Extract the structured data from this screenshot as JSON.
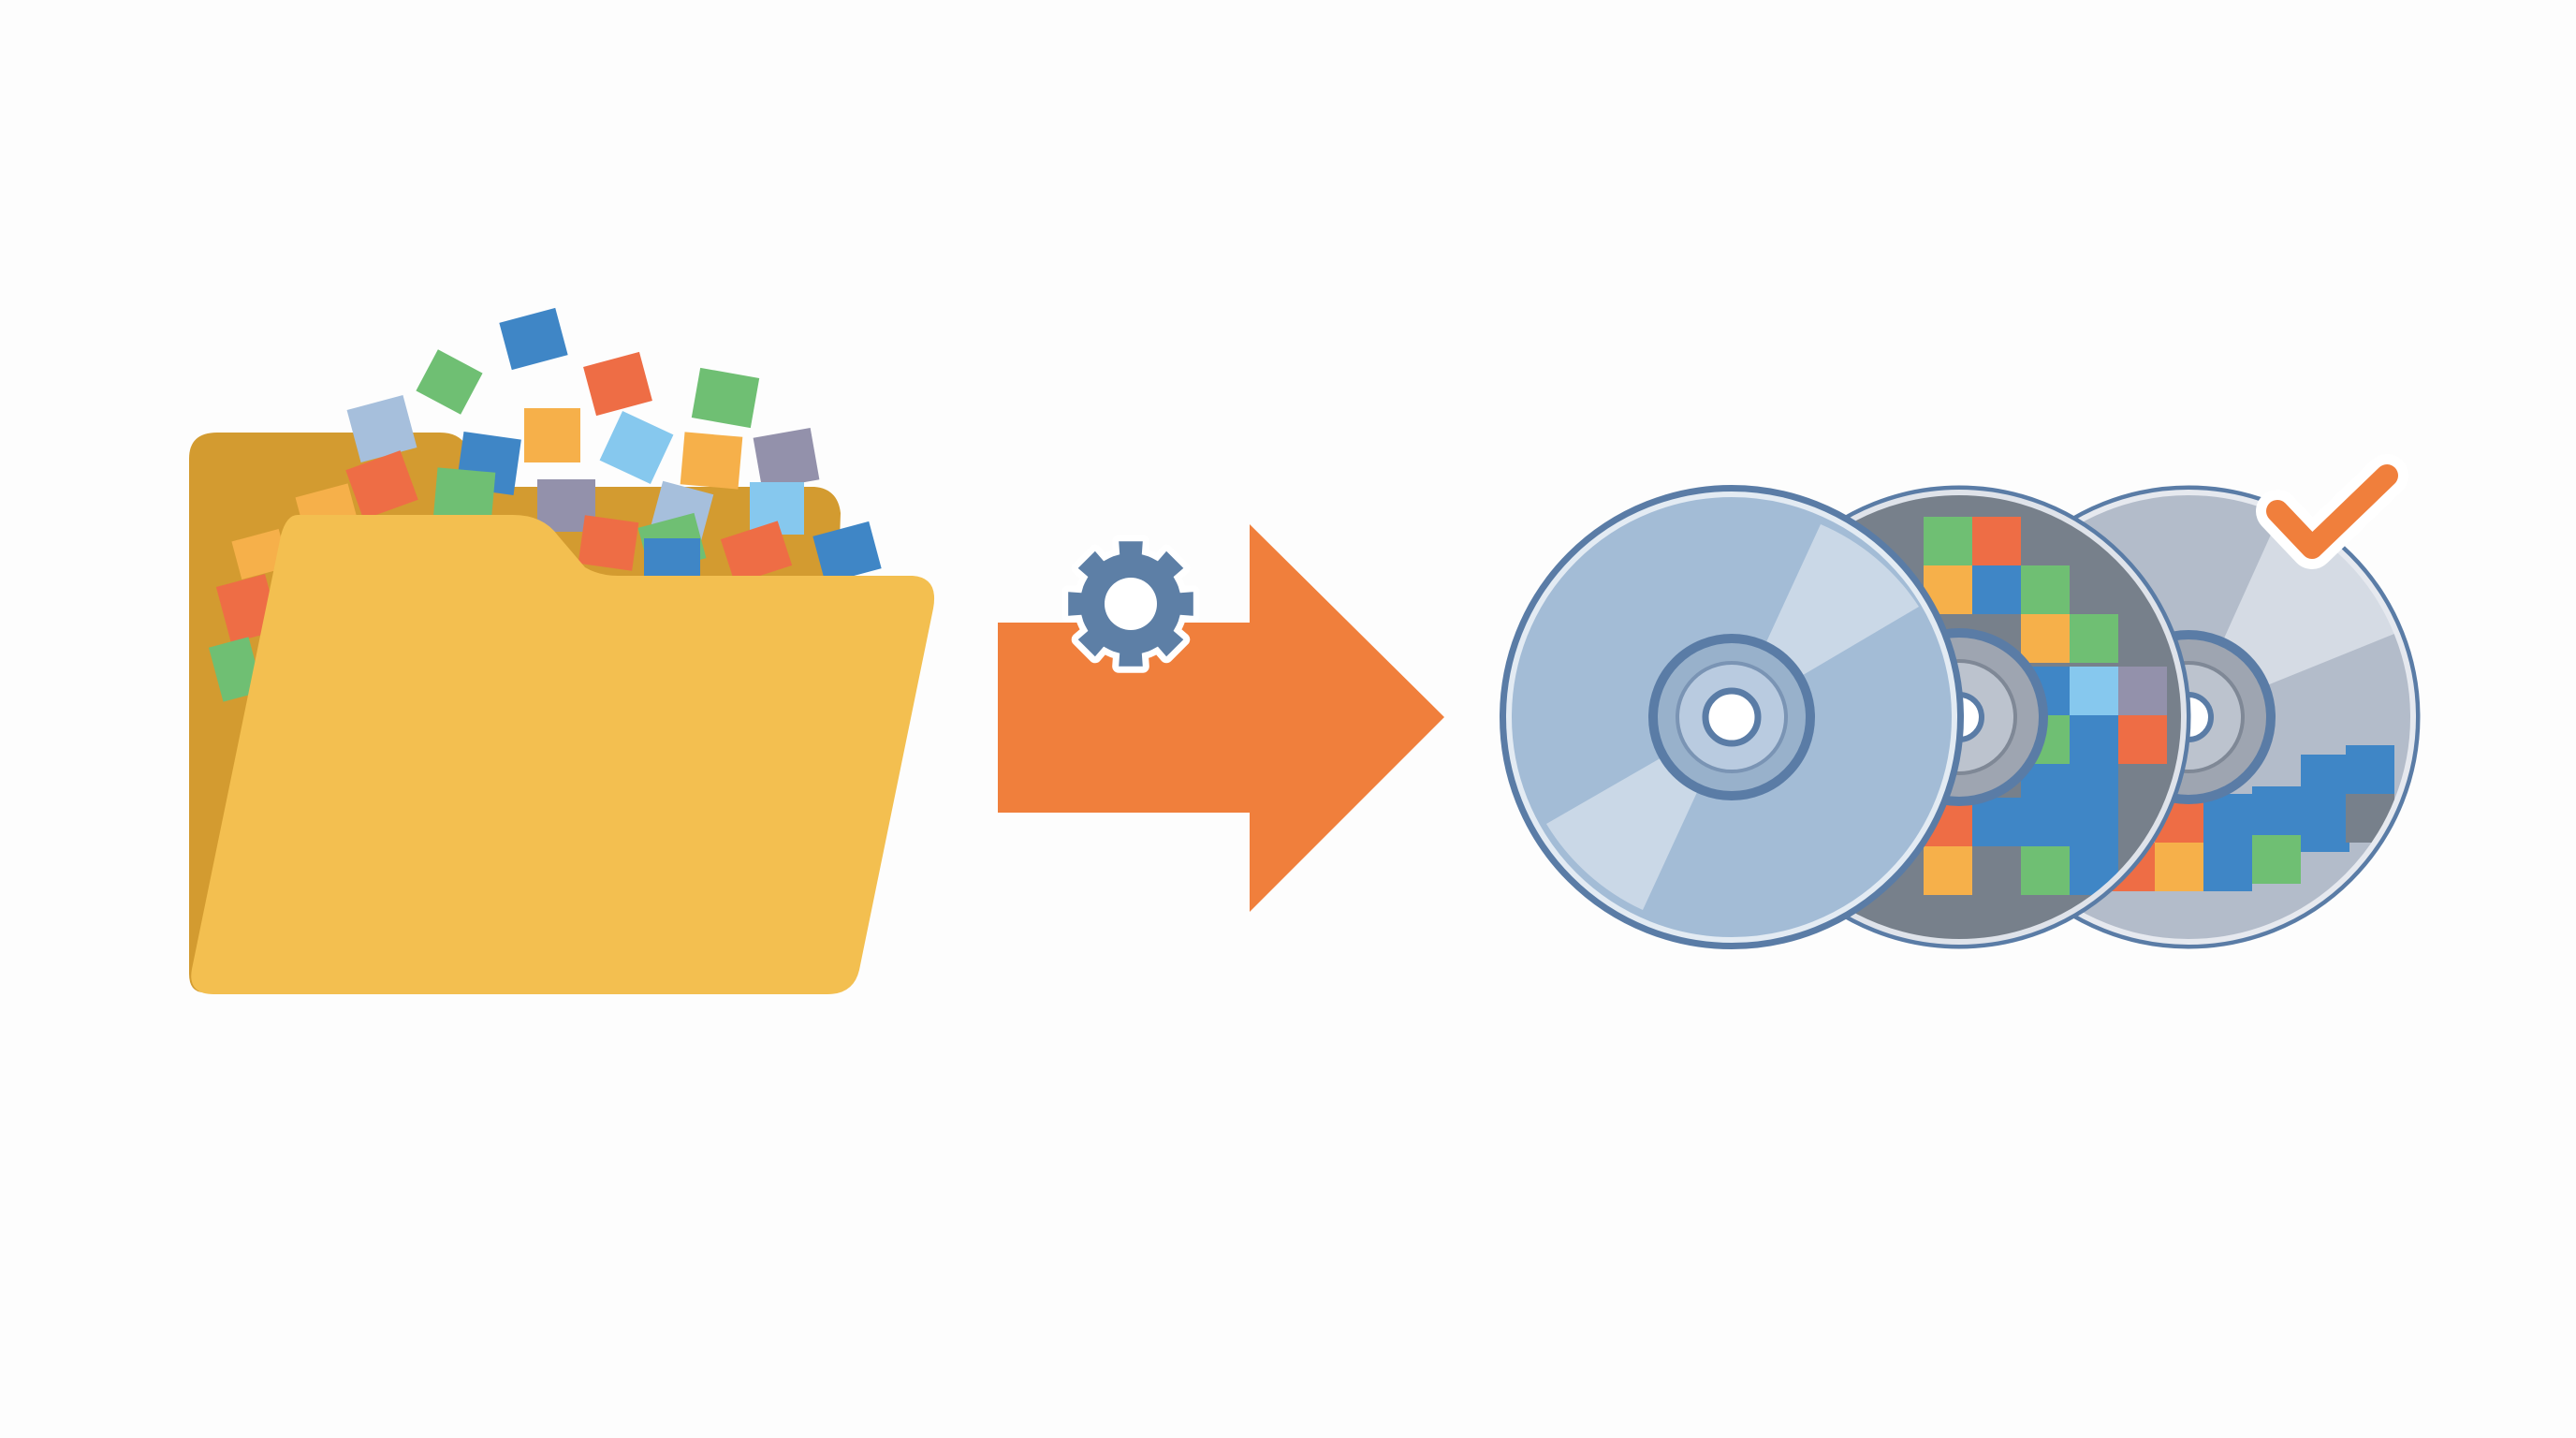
{
  "scene": {
    "background": "#fdfdfd",
    "steps": [
      {
        "name": "folder-with-files",
        "icon": "folder-icon"
      },
      {
        "name": "process-arrow",
        "icon": "gear-icon"
      },
      {
        "name": "disc-stack",
        "icon": "disc-icon"
      },
      {
        "name": "done-check",
        "icon": "checkmark-icon"
      }
    ]
  },
  "colors": {
    "folder_back": "#d39b30",
    "folder_front": "#f3bf50",
    "arrow": "#f07f3c",
    "gear": "#5d7fa6",
    "disc_rim": "#5a7ca6",
    "disc_face_front": "#a3bcd6",
    "disc_face_back": "#b3bcca",
    "disc_data": "#77808b",
    "check": "#f07f3c",
    "tiles": [
      "#3f86c6",
      "#6fbf73",
      "#ee6d45",
      "#f6b04a",
      "#86c8ee",
      "#9391ab",
      "#a6bfdc"
    ]
  }
}
